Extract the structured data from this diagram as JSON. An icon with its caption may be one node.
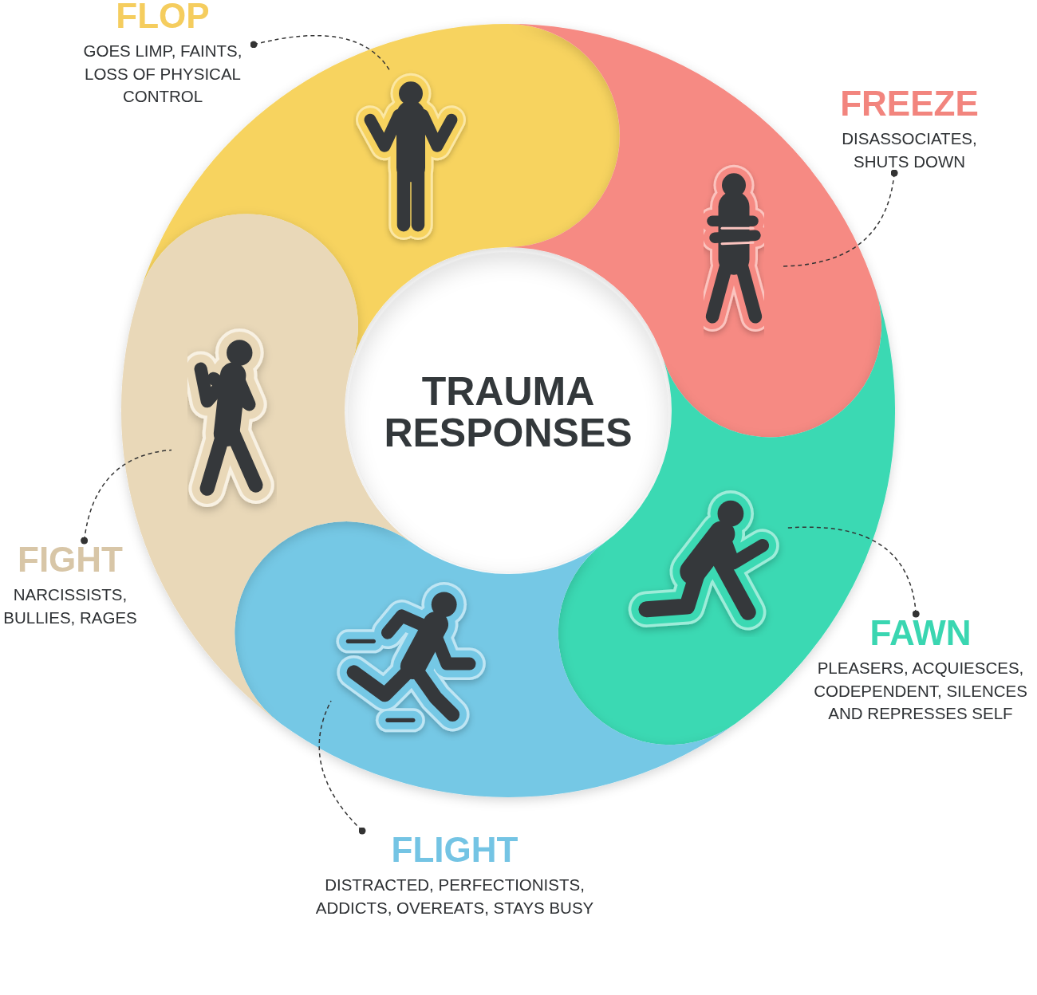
{
  "diagram": {
    "nodes": [
      {
        "text": [
          "TRAUMA RESPONSES"
        ]
      },
      {
        "text": [
          "FLOP",
          "GOES LIMP, FAINTS, LOSS OF PHYSICAL CONTROL"
        ]
      },
      {
        "text": [],
        "shape": "picture"
      },
      {
        "text": [
          "FREEZE",
          "DISASSOCIATES, SHUTS DOWN"
        ]
      },
      {
        "text": [],
        "shape": "picture"
      },
      {
        "text": [
          "FAWN",
          "PLEASERS, ACQUIESCES, CODEPENDENT, SILENCES AND REPRESSES SELF"
        ]
      },
      {
        "text": [],
        "shape": "picture"
      },
      {
        "text": [
          "FLIGHT",
          "DISTRACTED, PERFECTIONISTS, ADDICTS, OVEREATS, STAYS BUSY"
        ]
      },
      {
        "text": [],
        "shape": "picture"
      },
      {
        "text": [
          "FIGHT",
          "NARCISSISTS, BULLIES, RAGES"
        ]
      },
      {
        "text": [],
        "shape": "picture"
      }
    ],
    "edges": [
      {
        "from": 1,
        "to": 2,
        "arrow": "other",
        "style": "dashed"
      },
      {
        "from": 3,
        "to": 4,
        "arrow": "other",
        "style": "dashed"
      },
      {
        "from": 5,
        "to": 6,
        "arrow": "other",
        "style": "dashed"
      },
      {
        "from": 7,
        "to": 8,
        "arrow": "other",
        "style": "dashed"
      },
      {
        "from": 9,
        "to": 10,
        "arrow": "other",
        "style": "dashed"
      }
    ]
  }
}
